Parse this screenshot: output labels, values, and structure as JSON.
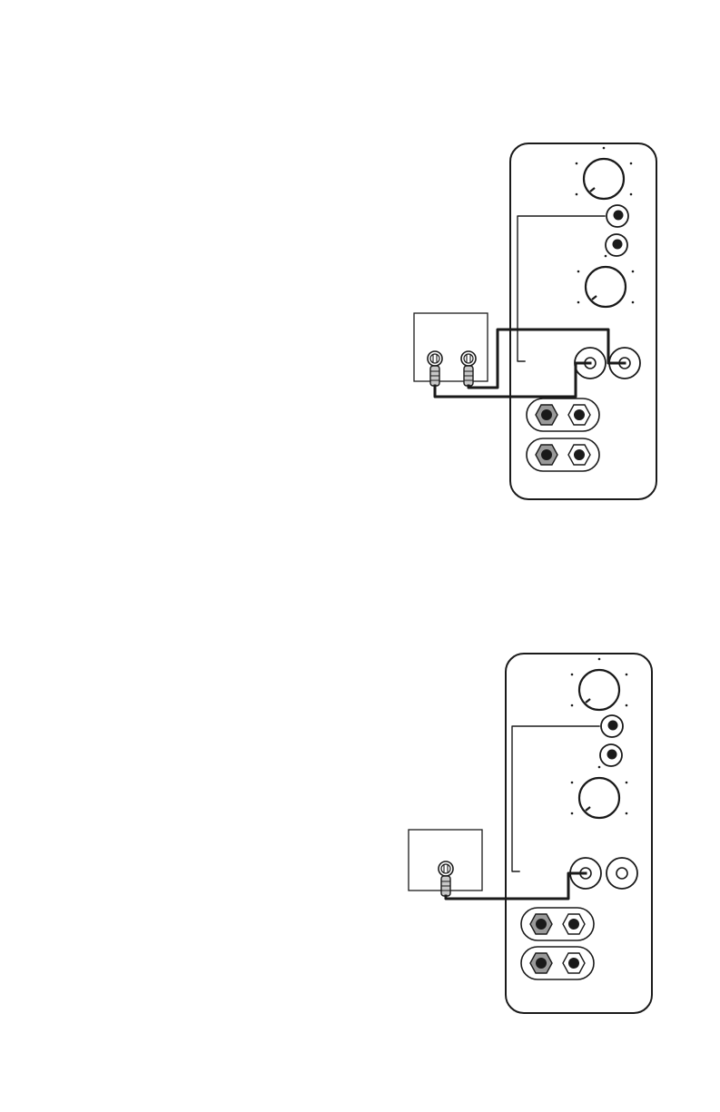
{
  "colors": {
    "ink": "#1a1a1a",
    "paper": "#ffffff",
    "nut_gray": "#9a9a9a",
    "plug_tip": "#c8c8c8"
  },
  "icons": {
    "knob": "rotary-knob-icon",
    "toggle": "toggle-button-icon",
    "rca_jack": "rca-jack-icon",
    "speaker_terminal": "speaker-terminal-icon",
    "rca_plug": "rca-plug-icon"
  },
  "diagrams": [
    {
      "id": "stereo",
      "source_outputs": 2,
      "amp_inputs_connected": 2
    },
    {
      "id": "mono",
      "source_outputs": 1,
      "amp_inputs_connected": 1
    }
  ]
}
